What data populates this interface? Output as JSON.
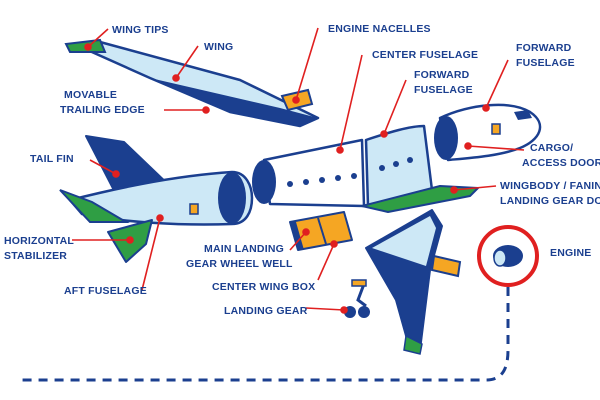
{
  "colors": {
    "navy": "#1b3f8f",
    "sky": "#cde8f6",
    "green": "#2f9e44",
    "orange": "#f5a623",
    "red": "#e02020",
    "white": "#ffffff"
  },
  "labels": {
    "wing_tips": "WING TIPS",
    "wing": "WING",
    "engine_nacelles": "ENGINE NACELLES",
    "center_fuselage": "CENTER FUSELAGE",
    "forward_fuselage_top_1": "FORWARD",
    "forward_fuselage_top_2": "FUSELAGE",
    "forward_fuselage_mid_1": "FORWARD",
    "forward_fuselage_mid_2": "FUSELAGE",
    "movable_trailing_edge_1": "MOVABLE",
    "movable_trailing_edge_2": "TRAILING EDGE",
    "tail_fin": "TAIL FIN",
    "cargo_doors_1": "CARGO/",
    "cargo_doors_2": "ACCESS DOORS",
    "wingbody_fairing_1": "WINGBODY / FANING",
    "wingbody_fairing_2": "LANDING GEAR DOORS",
    "horizontal_stabilizer_1": "HORIZONTAL",
    "horizontal_stabilizer_2": "STABILIZER",
    "main_landing_gear_well_1": "MAIN LANDING",
    "main_landing_gear_well_2": "GEAR WHEEL WELL",
    "engine": "ENGINE",
    "aft_fuselage": "AFT FUSELAGE",
    "center_wing_box": "CENTER WING BOX",
    "landing_gear": "LANDING GEAR"
  }
}
